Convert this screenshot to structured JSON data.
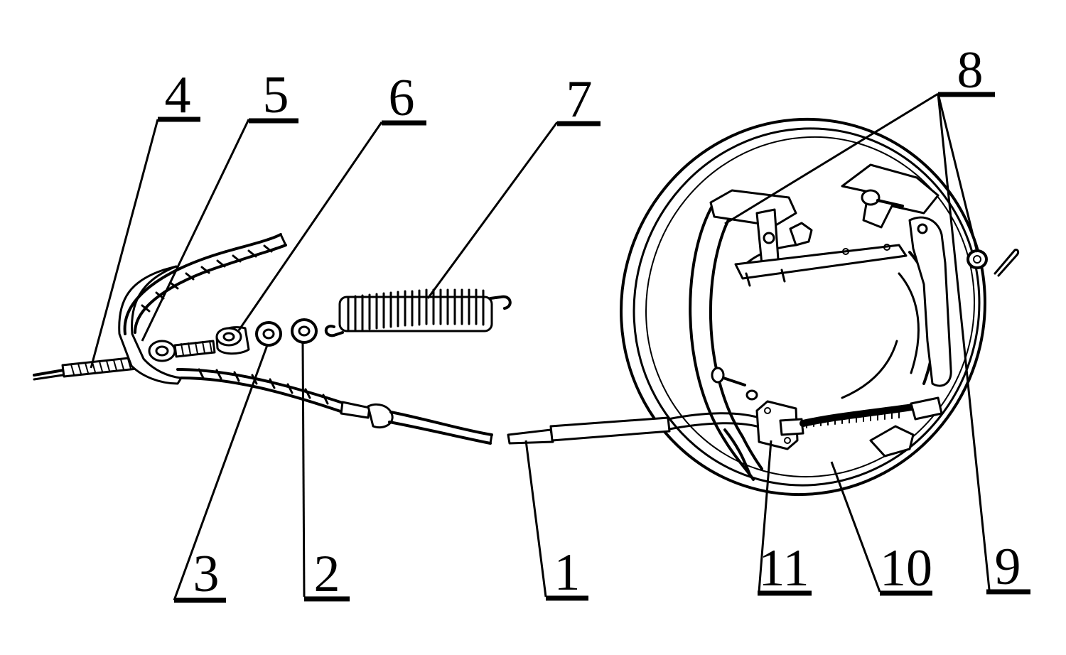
{
  "colors": {
    "ink": "#000000",
    "paper": "#ffffff"
  },
  "callouts": {
    "c1": "1",
    "c2": "2",
    "c3": "3",
    "c4": "4",
    "c5": "5",
    "c6": "6",
    "c7": "7",
    "c8": "8",
    "c9": "9",
    "c10": "10",
    "c11": "11"
  }
}
